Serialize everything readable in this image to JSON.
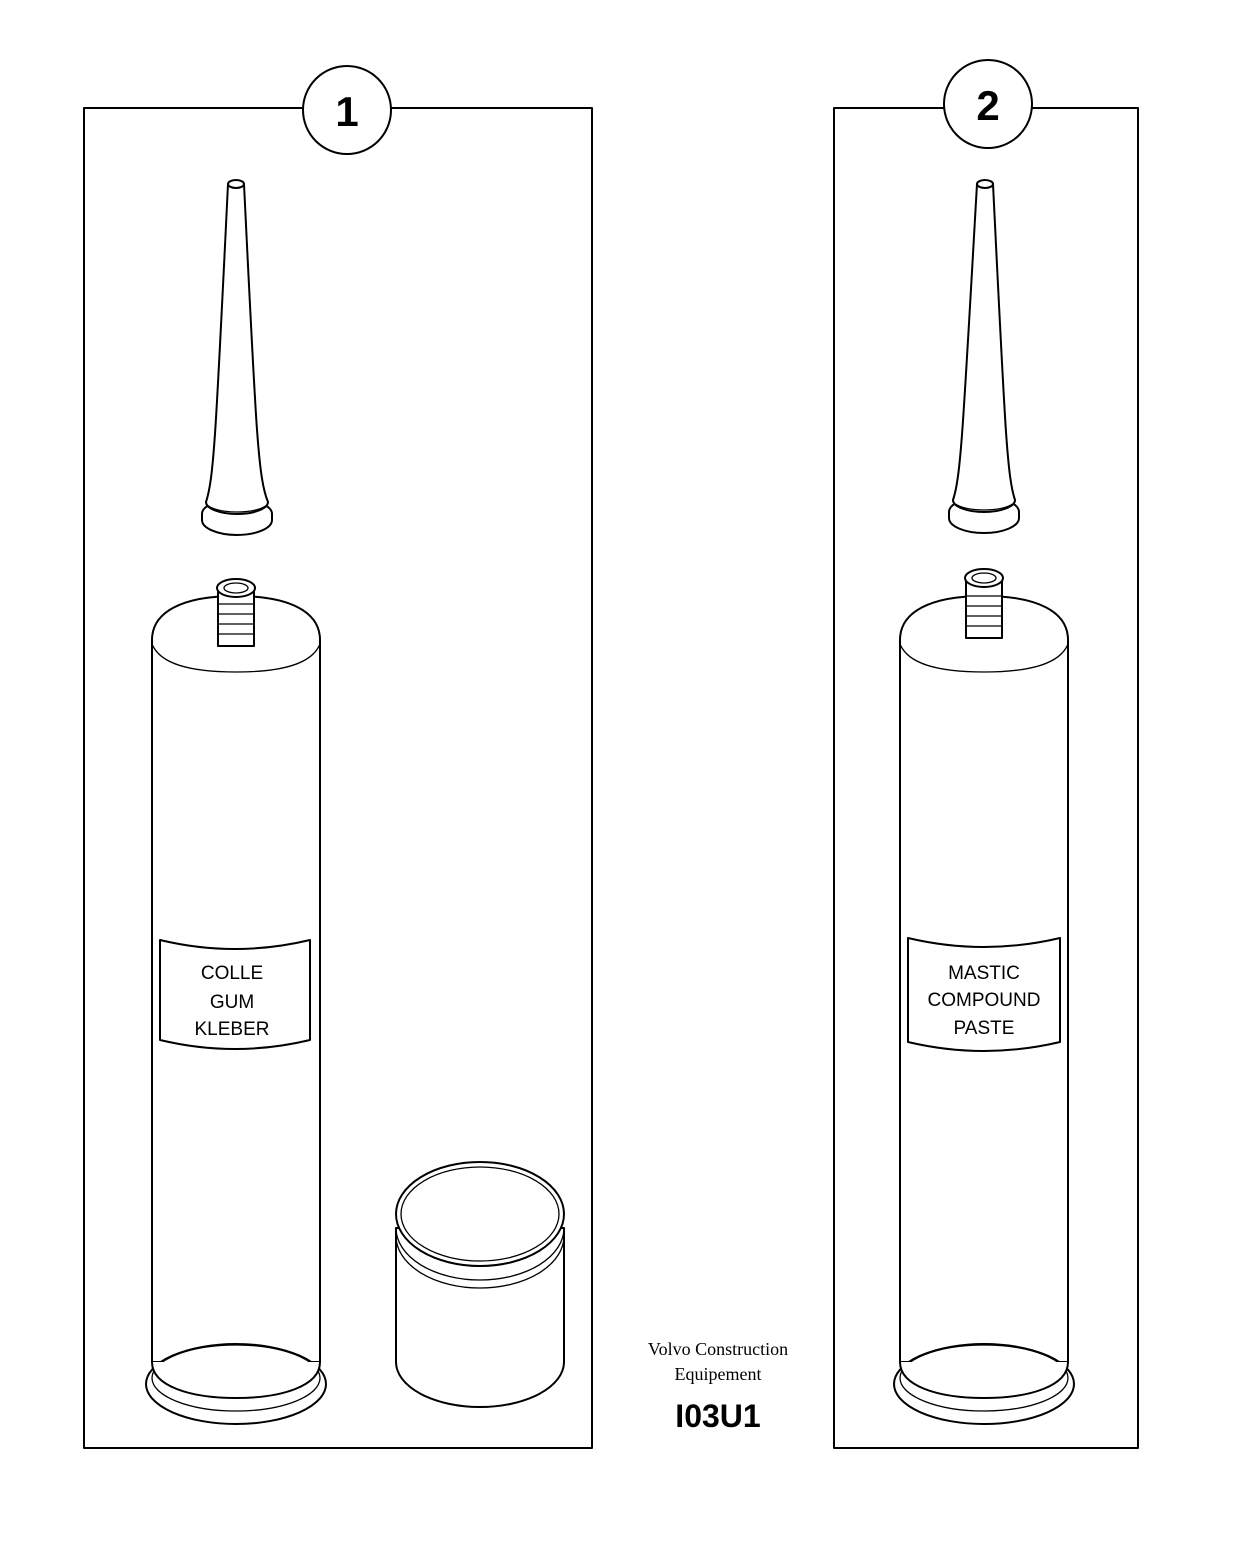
{
  "panels": [
    {
      "callout": "1",
      "label_lines": [
        "COLLE",
        "GUM",
        "KLEBER"
      ]
    },
    {
      "callout": "2",
      "label_lines": [
        "MASTIC",
        "COMPOUND",
        "PASTE"
      ]
    }
  ],
  "footer": {
    "company_line1": "Volvo Construction",
    "company_line2": "Equipement",
    "figure_code": "I03U1"
  }
}
